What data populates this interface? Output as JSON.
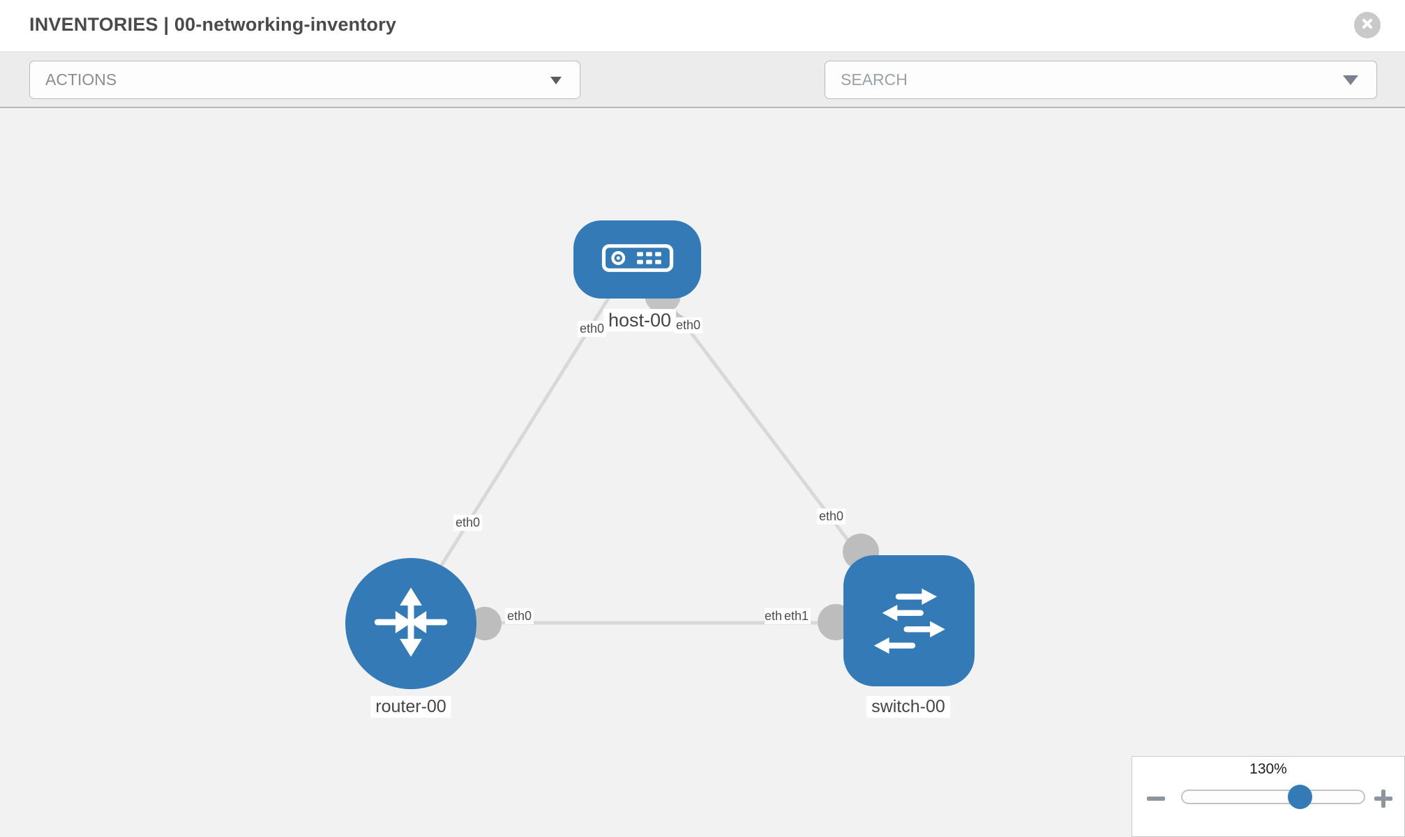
{
  "header": {
    "title": "INVENTORIES | 00-networking-inventory",
    "close_icon": "close-circle-icon"
  },
  "toolbar": {
    "actions_label": "ACTIONS",
    "search_placeholder": "SEARCH",
    "icons": [
      "wrench-icon",
      "key-icon"
    ]
  },
  "topology": {
    "nodes": {
      "host": {
        "label": "host-00",
        "type": "host"
      },
      "router": {
        "label": "router-00",
        "type": "router"
      },
      "switch": {
        "label": "switch-00",
        "type": "switch"
      }
    },
    "links": [
      {
        "from": "host-00",
        "to": "router-00",
        "from_interface": "eth0",
        "to_interface": "eth0"
      },
      {
        "from": "host-00",
        "to": "switch-00",
        "from_interface": "eth0",
        "to_interface": "eth0"
      },
      {
        "from": "router-00",
        "to": "switch-00",
        "from_interface": "eth0",
        "to_interface": "eth1"
      }
    ],
    "interfaces": {
      "hr_host": "eth0",
      "hr_router": "eth0",
      "hs_host": "eth0",
      "hs_switch": "eth0",
      "rs_router": "eth0",
      "rs_hidden": "eth0",
      "rs_switch": "eth1"
    },
    "colors": {
      "node_blue": "#337ab7",
      "link_gray": "#d8d8d8",
      "dot_gray": "#bdbdbd"
    }
  },
  "zoom_control": {
    "level": "130%",
    "minus_icon": "minus-icon",
    "plus_icon": "plus-icon",
    "thumb_color": "#337ab7"
  }
}
